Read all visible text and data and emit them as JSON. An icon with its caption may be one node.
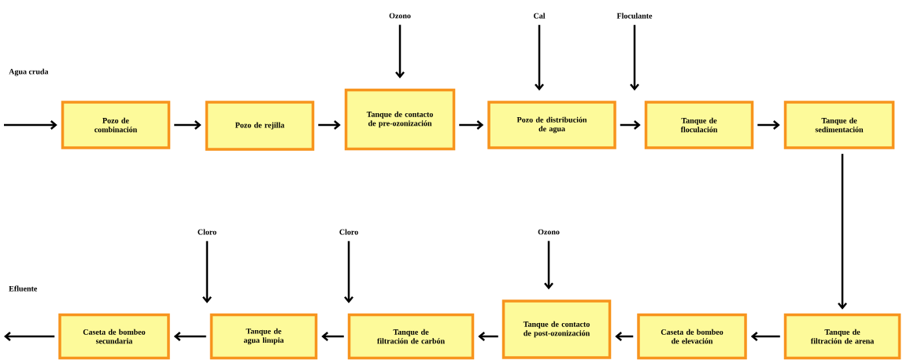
{
  "diagram": {
    "nodes": [
      {
        "text": [
          "Pozo de combinación"
        ]
      },
      {
        "text": [
          "Pozo de rejilla"
        ]
      },
      {
        "text": [
          "Tanque de contacto de pre-ozonización"
        ]
      },
      {
        "text": [
          "Pozo de distribución de agua"
        ]
      },
      {
        "text": [
          "Tanque de floculación"
        ]
      },
      {
        "text": [
          "Tanque de sedimentación"
        ]
      },
      {
        "text": [
          "Caseta de bombeo secundaria"
        ]
      },
      {
        "text": [
          "Tanque de agua limpia"
        ]
      },
      {
        "text": [
          "Tanque de filtración de carbón"
        ]
      },
      {
        "text": [
          "Tanque de contacto de post-ozonización"
        ]
      },
      {
        "text": [
          "Caseta de bombeo de elevación"
        ]
      },
      {
        "text": [
          "Tanque de filtración de arena"
        ]
      },
      {
        "text": [
          "Ozono"
        ]
      },
      {
        "text": [
          "Cal"
        ]
      },
      {
        "text": [
          "Floculante"
        ]
      },
      {
        "text": [
          "Cloro"
        ]
      },
      {
        "text": [
          "Cloro"
        ]
      },
      {
        "text": [
          "Ozono"
        ]
      }
    ],
    "edges": [
      {
        "from": null,
        "to": 0,
        "arrow": "to"
      },
      {
        "from": 0,
        "to": 1,
        "arrow": "to"
      },
      {
        "from": 1,
        "to": 2,
        "arrow": "to"
      },
      {
        "from": 2,
        "to": 3,
        "arrow": "to"
      },
      {
        "from": 3,
        "to": 4,
        "arrow": "to"
      },
      {
        "from": 4,
        "to": 5,
        "arrow": "to"
      },
      {
        "from": 5,
        "to": 11,
        "arrow": "to"
      },
      {
        "from": 11,
        "to": 10,
        "arrow": "to"
      },
      {
        "from": 10,
        "to": 9,
        "arrow": "to"
      },
      {
        "from": 9,
        "to": 8,
        "arrow": "to"
      },
      {
        "from": 8,
        "to": 7,
        "arrow": "to"
      },
      {
        "from": 7,
        "to": 6,
        "arrow": "to"
      },
      {
        "from": 6,
        "to": null,
        "arrow": "to"
      },
      {
        "from": 12,
        "to": 2,
        "arrow": "to"
      },
      {
        "from": 13,
        "to": 3,
        "arrow": "to"
      },
      {
        "from": 14,
        "to": 4,
        "arrow": "to"
      },
      {
        "from": 15,
        "to": 7,
        "arrow": "to"
      },
      {
        "from": 16,
        "to": 8,
        "arrow": "to"
      },
      {
        "from": 17,
        "to": 9,
        "arrow": "to"
      }
    ],
    "labels": [
      "Agua cruda",
      "Efluente"
    ]
  }
}
